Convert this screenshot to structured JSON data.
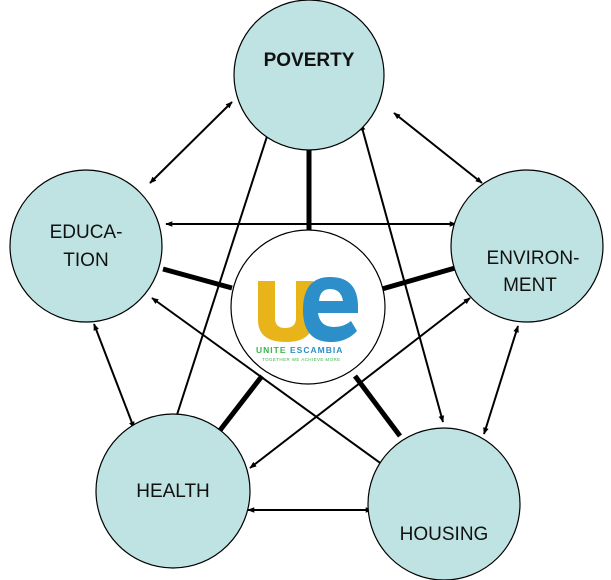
{
  "diagram": {
    "nodes": {
      "poverty": {
        "lines": [
          "POVERTY"
        ]
      },
      "education": {
        "lines": [
          "EDUCA-",
          "TION"
        ]
      },
      "environment": {
        "lines": [
          "ENVIRON-",
          "MENT"
        ]
      },
      "health": {
        "lines": [
          "HEALTH"
        ]
      },
      "housing": {
        "lines": [
          "HOUSING"
        ]
      }
    },
    "center_logo": {
      "letters": "ue",
      "wordmark_left": "UNITE",
      "wordmark_right": "ESCAMBIA",
      "tagline": "TOGETHER WE ACHIEVE MORE"
    }
  },
  "colors": {
    "node_fill": "#bfe3e2",
    "node_stroke": "#000000",
    "logo_u": "#e9b31a",
    "logo_e": "#2c8fc9",
    "logo_wordmark_left": "#3ab54a",
    "logo_wordmark_right": "#2c8fc9"
  }
}
